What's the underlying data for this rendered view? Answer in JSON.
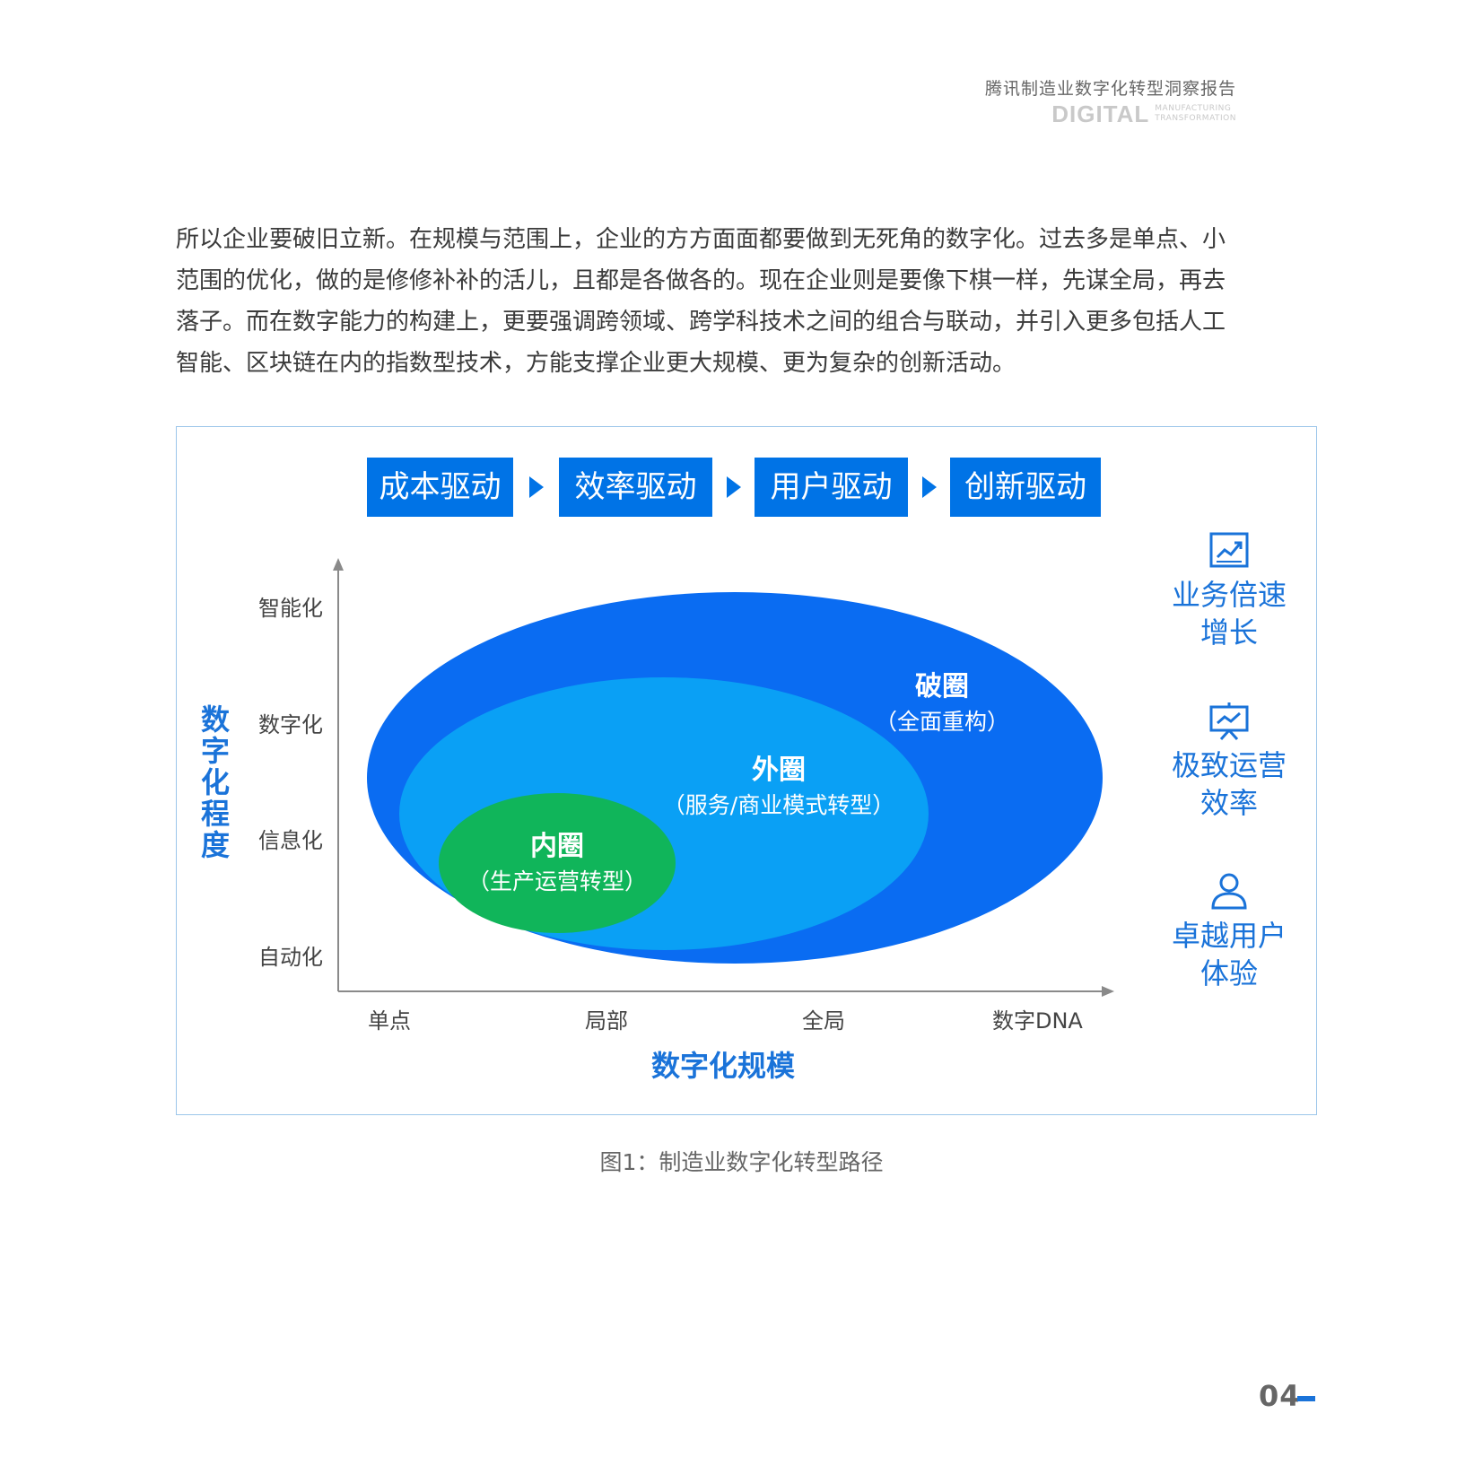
{
  "header": {
    "title": "腾讯制造业数字化转型洞察报告",
    "brand": "DIGITAL",
    "brand_sub_1": "MANUFACTURING",
    "brand_sub_2": "TRANSFORMATION"
  },
  "paragraph": {
    "line1": "所以企业要破旧立新。在规模与范围上，企业的方方面面都要做到无死角的数字化。过去多是单点、小",
    "line2": "范围的优化，做的是修修补补的活儿，且都是各做各的。现在企业则是要像下棋一样，先谋全局，再去",
    "line3": "落子。而在数字能力的构建上，更要强调跨领域、跨学科技术之间的组合与联动，并引入更多包括人工",
    "line4": "智能、区块链在内的指数型技术，方能支撑企业更大规模、更为复杂的创新活动。"
  },
  "figure": {
    "drivers": [
      "成本驱动",
      "效率驱动",
      "用户驱动",
      "创新驱动"
    ],
    "y_axis_label": "数字化程度",
    "y_ticks": [
      "智能化",
      "数字化",
      "信息化",
      "自动化"
    ],
    "x_axis_label": "数字化规模",
    "x_ticks": [
      "单点",
      "局部",
      "全局",
      "数字DNA"
    ],
    "zones": {
      "outer": {
        "title": "破圈",
        "subtitle": "（全面重构）"
      },
      "middle": {
        "title": "外圈",
        "subtitle": "（服务/商业模式转型）"
      },
      "inner": {
        "title": "内圈",
        "subtitle": "（生产运营转型）"
      }
    },
    "benefits": [
      {
        "icon": "chart-growth-icon",
        "line1": "业务倍速",
        "line2": "增长"
      },
      {
        "icon": "presentation-icon",
        "line1": "极致运营",
        "line2": "效率"
      },
      {
        "icon": "user-icon",
        "line1": "卓越用户",
        "line2": "体验"
      }
    ],
    "colors": {
      "driver": "#0073e6",
      "outer": "#0a6cf2",
      "middle": "#0aa0f5",
      "inner": "#10b55a",
      "accent": "#1a73d9"
    }
  },
  "caption": "图1：制造业数字化转型路径",
  "page_number": "04"
}
